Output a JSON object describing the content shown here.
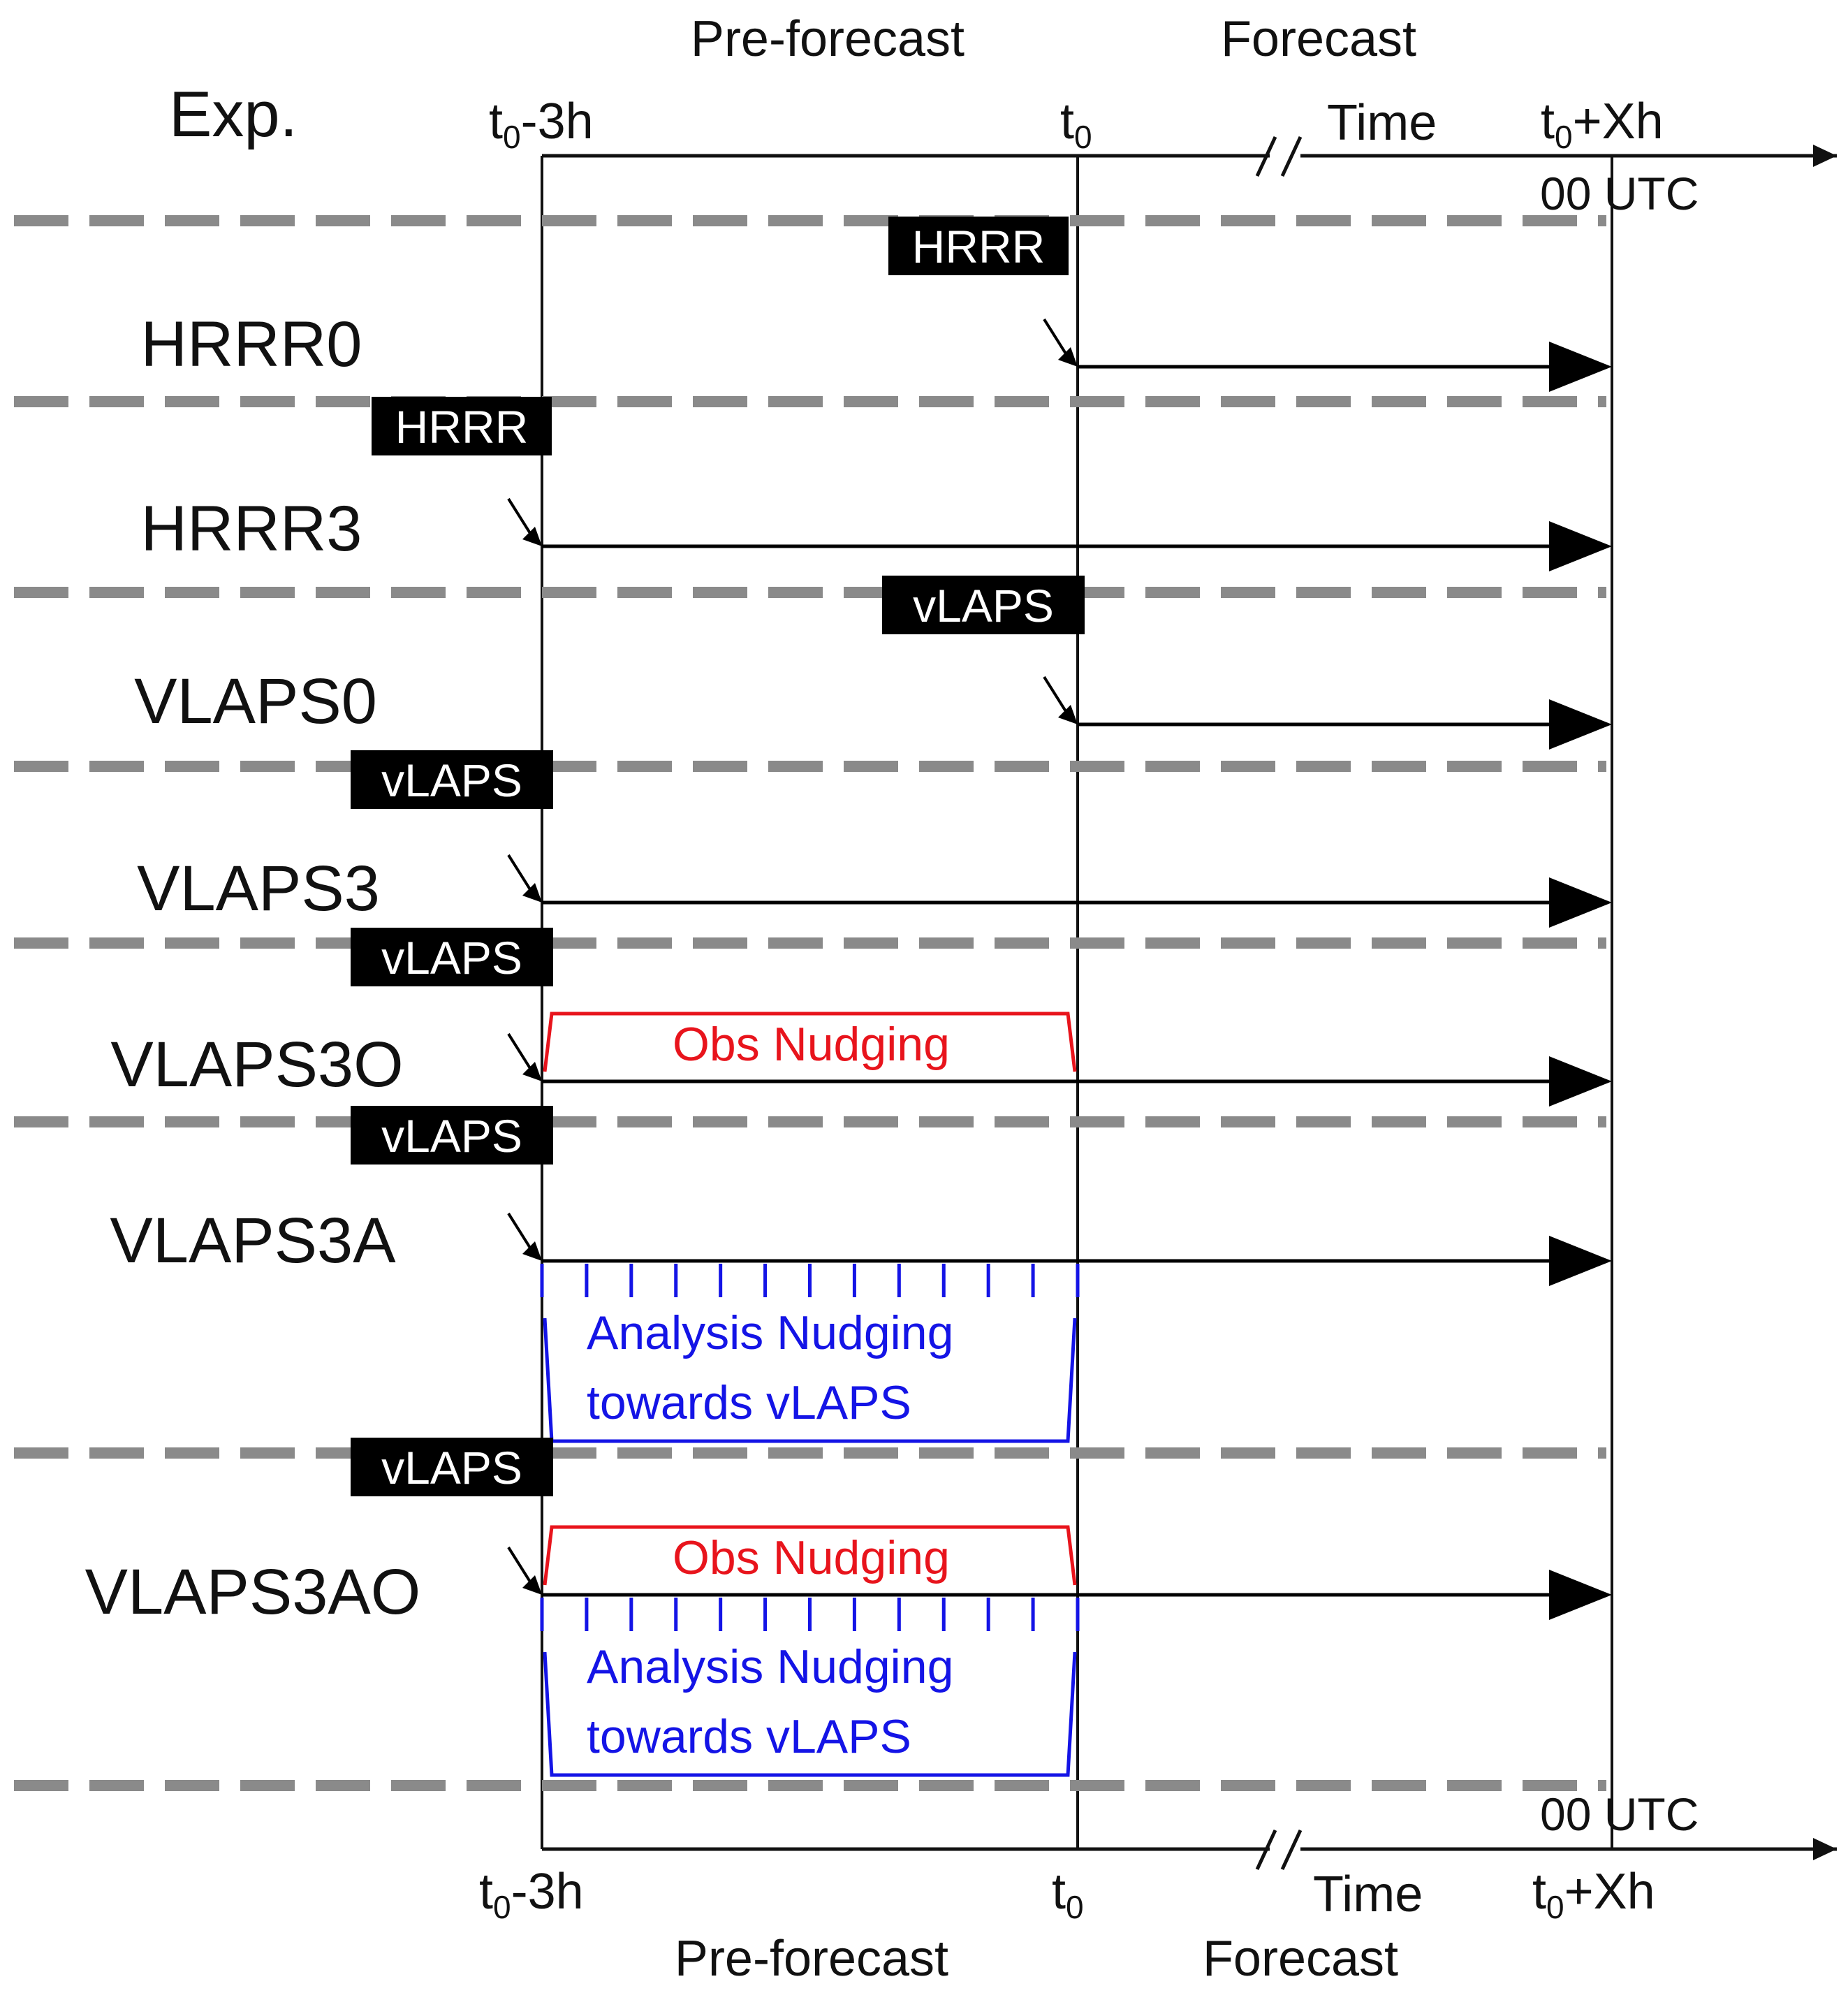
{
  "header": {
    "exp_label": "Exp.",
    "preforecast_label": "Pre-forecast",
    "forecast_label": "Forecast",
    "time_label": "Time",
    "t_start": {
      "base": "t",
      "sub": "0",
      "suffix": "-3h"
    },
    "t_zero": {
      "base": "t",
      "sub": "0",
      "suffix": ""
    },
    "t_end": {
      "base": "t",
      "sub": "0",
      "suffix": "+Xh"
    },
    "utc_label": "00 UTC"
  },
  "experiments": [
    {
      "name": "HRRR0",
      "init_tag": "HRRR",
      "start": "t0",
      "obs_nudging": false,
      "analysis_nudging": false
    },
    {
      "name": "HRRR3",
      "init_tag": "HRRR",
      "start": "t0-3h",
      "obs_nudging": false,
      "analysis_nudging": false
    },
    {
      "name": "VLAPS0",
      "init_tag": "vLAPS",
      "start": "t0",
      "obs_nudging": false,
      "analysis_nudging": false
    },
    {
      "name": "VLAPS3",
      "init_tag": "vLAPS",
      "start": "t0-3h",
      "obs_nudging": false,
      "analysis_nudging": false
    },
    {
      "name": "VLAPS3O",
      "init_tag": "vLAPS",
      "start": "t0-3h",
      "obs_nudging": true,
      "analysis_nudging": false
    },
    {
      "name": "VLAPS3A",
      "init_tag": "vLAPS",
      "start": "t0-3h",
      "obs_nudging": false,
      "analysis_nudging": true
    },
    {
      "name": "VLAPS3AO",
      "init_tag": "vLAPS",
      "start": "t0-3h",
      "obs_nudging": true,
      "analysis_nudging": true
    }
  ],
  "nudging": {
    "obs_label": "Obs Nudging",
    "analysis_line1": "Analysis Nudging",
    "analysis_line2": "towards vLAPS"
  },
  "colors": {
    "obs_nudging": "#e8141c",
    "analysis_nudging": "#1414e6",
    "separator": "#8a8a8a",
    "axis": "#111111"
  }
}
